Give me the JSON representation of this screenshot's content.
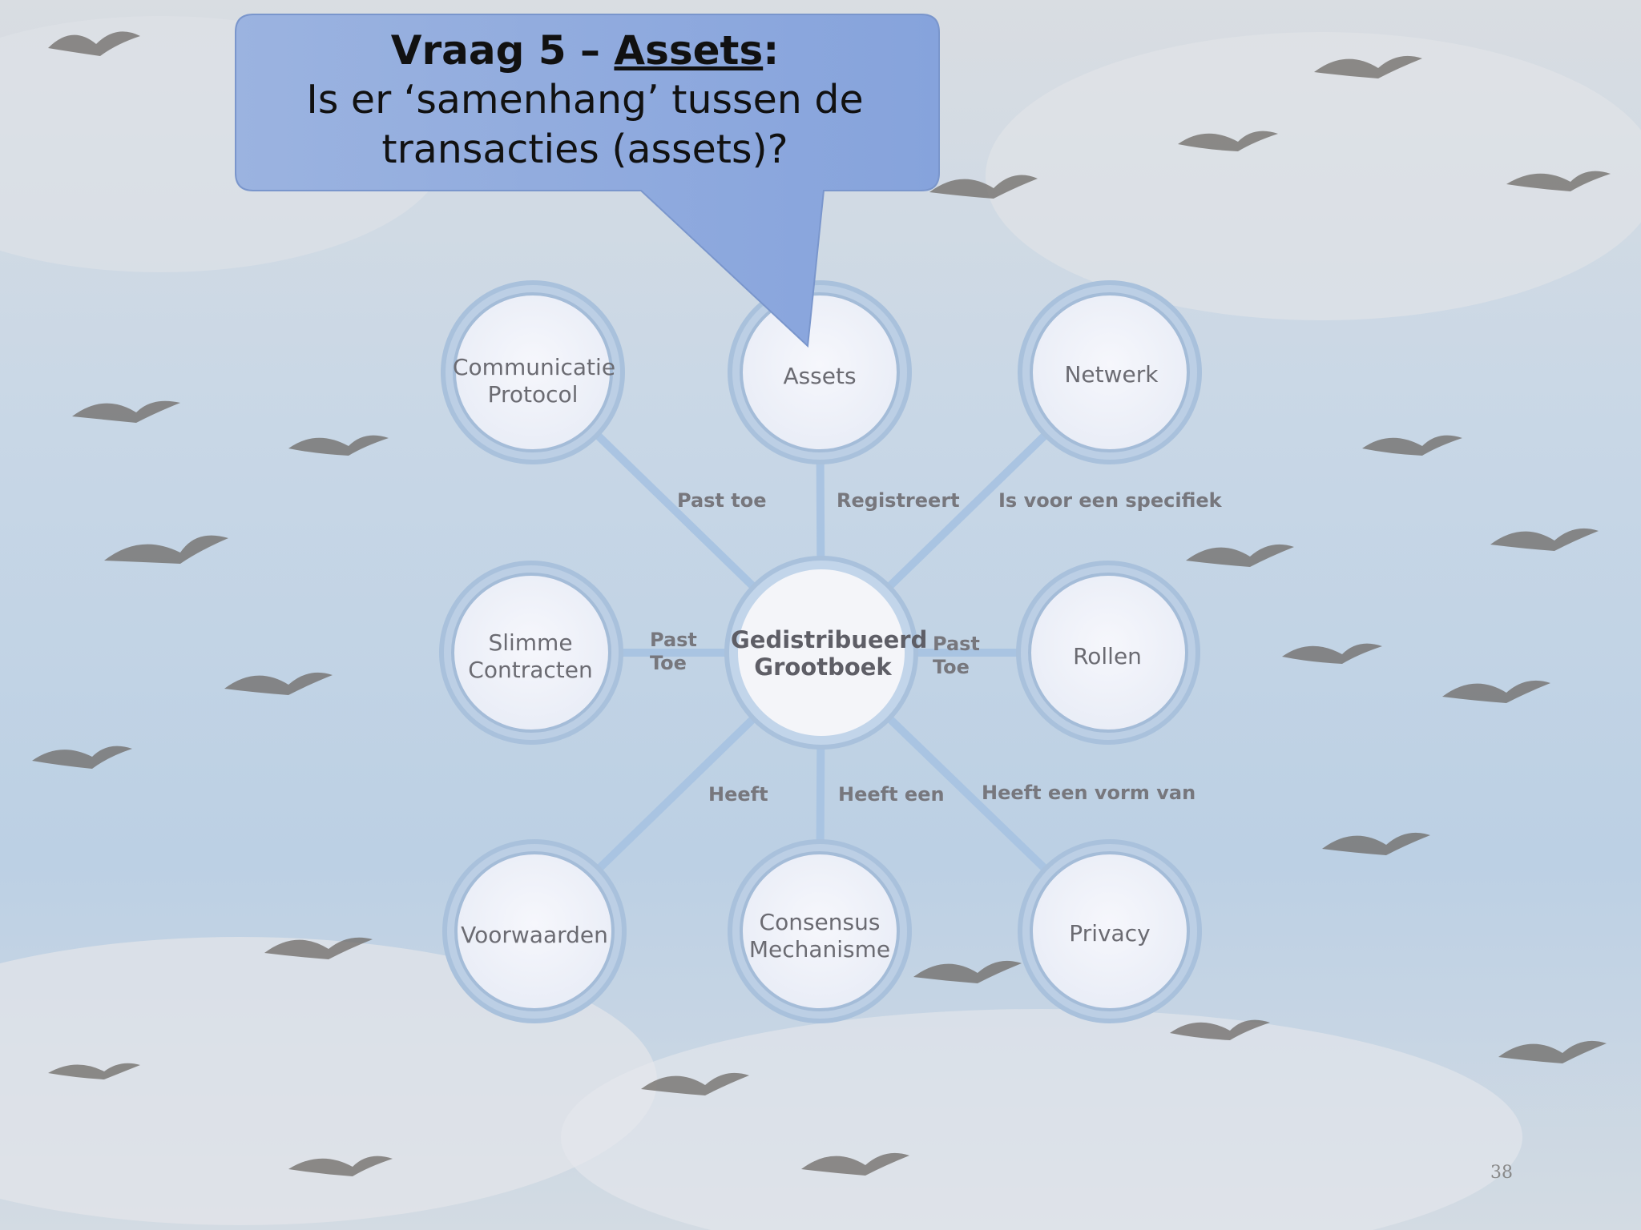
{
  "callout": {
    "title_prefix": "Vraag 5 – ",
    "title_keyword": "Assets",
    "title_suffix": ":",
    "line1": "Is er ‘samenhang’ tussen de",
    "line2": "transacties (assets)?"
  },
  "center_node": {
    "line1": "Gedistribueerd",
    "line2": "Grootboek"
  },
  "nodes": {
    "communicatie_protocol": {
      "line1": "Communicatie",
      "line2": "Protocol"
    },
    "assets": {
      "line1": "Assets"
    },
    "netwerk": {
      "line1": "Netwerk"
    },
    "slimme_contracten": {
      "line1": "Slimme",
      "line2": "Contracten"
    },
    "rollen": {
      "line1": "Rollen"
    },
    "voorwaarden": {
      "line1": "Voorwaarden"
    },
    "consensus_mechanisme": {
      "line1": "Consensus",
      "line2": "Mechanisme"
    },
    "privacy": {
      "line1": "Privacy"
    }
  },
  "edges": {
    "communicatie_protocol": "Past toe",
    "assets": "Registreert",
    "netwerk": "Is voor een specifiek",
    "slimme_contracten": {
      "line1": "Past",
      "line2": "Toe"
    },
    "rollen": {
      "line1": "Past",
      "line2": "Toe"
    },
    "voorwaarden": "Heeft",
    "consensus_mechanisme": "Heeft een",
    "privacy": "Heeft een vorm van"
  },
  "page_number": "38",
  "colors": {
    "callout_fill": "#8eaadf",
    "node_ring": "#a9c1dc",
    "node_fill": "#eef1fa",
    "connector": "#a7c3e2"
  }
}
